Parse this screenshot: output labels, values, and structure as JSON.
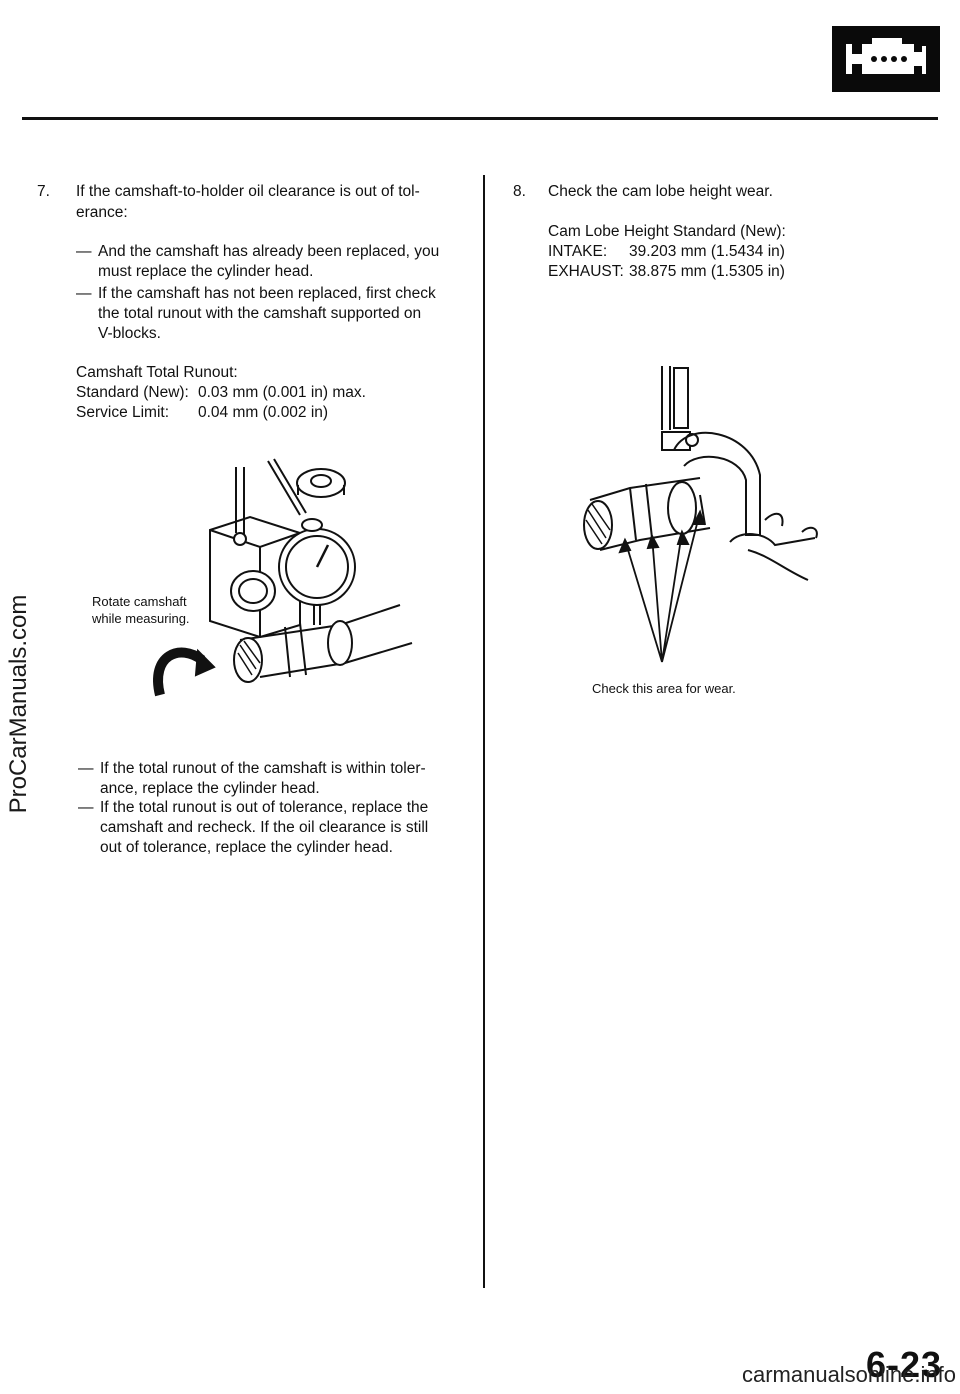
{
  "header": {
    "icon": "engine-icon"
  },
  "watermark": "ProCarManuals.com",
  "left": {
    "step7": {
      "num": "7.",
      "line1": "If the camshaft-to-holder oil clearance is out of tol-",
      "line2": "erance:",
      "b1_dash": "—",
      "b1_l1": "And the camshaft has already been replaced, you",
      "b1_l2": "must replace the cylinder head.",
      "b2_dash": "—",
      "b2_l1": "If the camshaft has not been replaced, first check",
      "b2_l2": "the total runout with the camshaft supported on",
      "b2_l3": "V-blocks."
    },
    "runout": {
      "title": "Camshaft Total Runout:",
      "std_label": "Standard (New):",
      "std_value": "0.03 mm (0.001 in) max.",
      "limit_label": "Service Limit:",
      "limit_value": "0.04 mm (0.002 in)"
    },
    "figure_caption_l1": "Rotate camshaft",
    "figure_caption_l2": "while measuring.",
    "after": {
      "b3_dash": "—",
      "b3_l1": "If the total runout of the camshaft is within toler-",
      "b3_l2": "ance, replace the cylinder head.",
      "b4_dash": "—",
      "b4_l1": "If the total runout is out of tolerance, replace the",
      "b4_l2": "camshaft and recheck. If the oil clearance is still",
      "b4_l3": "out of tolerance, replace the cylinder head."
    }
  },
  "right": {
    "step8": {
      "num": "8.",
      "text": "Check the cam lobe height wear."
    },
    "spec": {
      "title": "Cam Lobe Height Standard (New):",
      "intake_label": "INTAKE:",
      "intake_value": "39.203 mm (1.5434 in)",
      "exhaust_label": "EXHAUST:",
      "exhaust_value": "38.875 mm (1.5305 in)"
    },
    "figure_caption": "Check this area for wear."
  },
  "footer": {
    "page": "6-23",
    "site": "carmanualsonline.info"
  }
}
